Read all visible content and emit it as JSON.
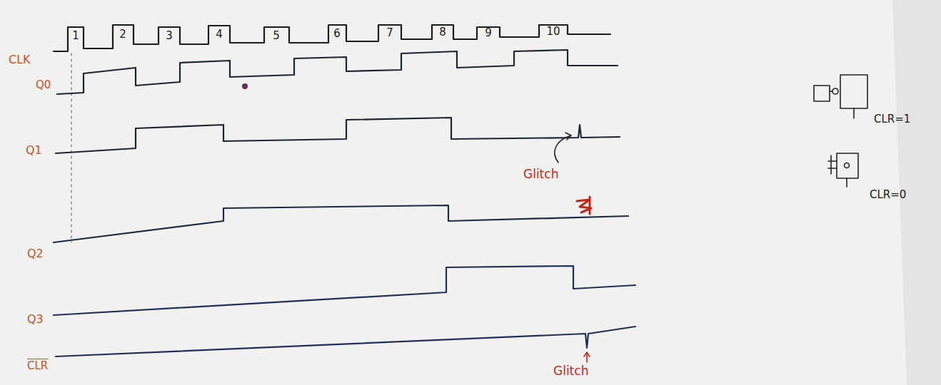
{
  "diagram": {
    "labels": [
      "1",
      "2",
      "3",
      "4",
      "5",
      "6",
      "7",
      "8",
      "9",
      "10",
      "CLK",
      "Q0",
      "Q1",
      "Q2",
      "Q3",
      "CLR",
      "Glitch",
      "Glitch",
      "CLR=1",
      "CLR=0"
    ]
  }
}
